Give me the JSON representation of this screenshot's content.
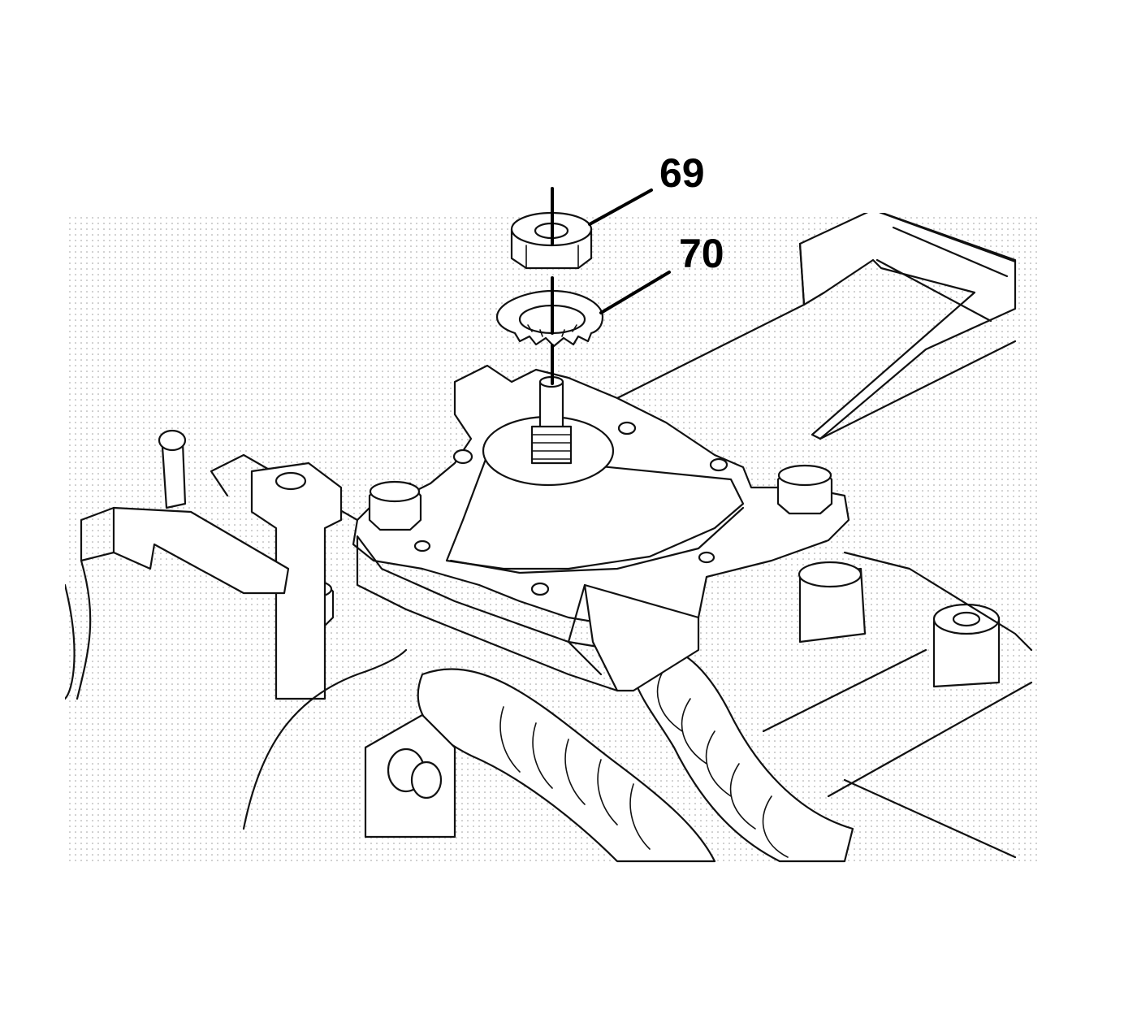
{
  "diagram": {
    "callouts": [
      {
        "id": "69",
        "label": "69"
      },
      {
        "id": "70",
        "label": "70"
      }
    ]
  }
}
